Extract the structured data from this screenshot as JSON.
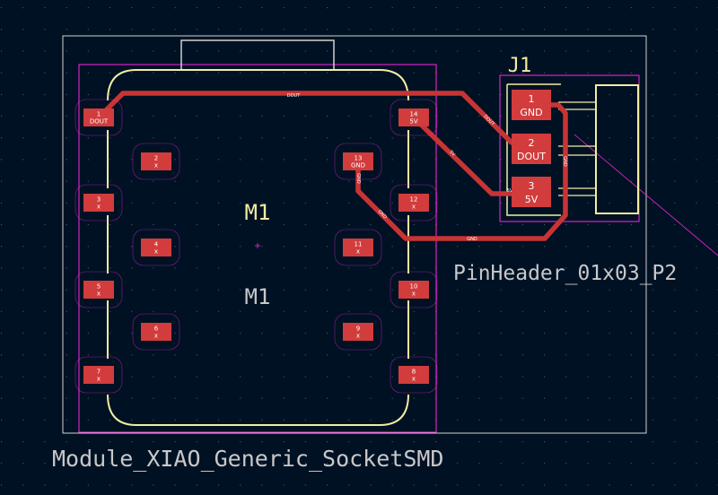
{
  "colors": {
    "background": "#001124",
    "grid": "#4a5a6e",
    "edge_cuts": "#d0d2cd",
    "courtyard": "#ff26e2",
    "silkscreen": "#f2eda1",
    "copper": "#c83434",
    "pad": "#d23c3c",
    "fab": "#c8c8c8"
  },
  "module": {
    "reference": "M1",
    "fab_reference": "M1",
    "footprint": "Module_XIAO_Generic_SocketSMD",
    "pads": [
      {
        "num": "1",
        "net": "DOUT"
      },
      {
        "num": "2",
        "net": "x"
      },
      {
        "num": "3",
        "net": "x"
      },
      {
        "num": "4",
        "net": "x"
      },
      {
        "num": "5",
        "net": "x"
      },
      {
        "num": "6",
        "net": "x"
      },
      {
        "num": "7",
        "net": "x"
      },
      {
        "num": "8",
        "net": "x"
      },
      {
        "num": "9",
        "net": "x"
      },
      {
        "num": "10",
        "net": "x"
      },
      {
        "num": "11",
        "net": "x"
      },
      {
        "num": "12",
        "net": "x"
      },
      {
        "num": "13",
        "net": "GND"
      },
      {
        "num": "14",
        "net": "5V"
      }
    ]
  },
  "header": {
    "reference": "J1",
    "footprint": "PinHeader_01x03_P2",
    "pads": [
      {
        "num": "1",
        "net": "GND"
      },
      {
        "num": "2",
        "net": "DOUT"
      },
      {
        "num": "3",
        "net": "5V"
      }
    ]
  },
  "trace_labels": {
    "dout": "DOUT",
    "fivev": "5V",
    "gnd": "GND"
  }
}
